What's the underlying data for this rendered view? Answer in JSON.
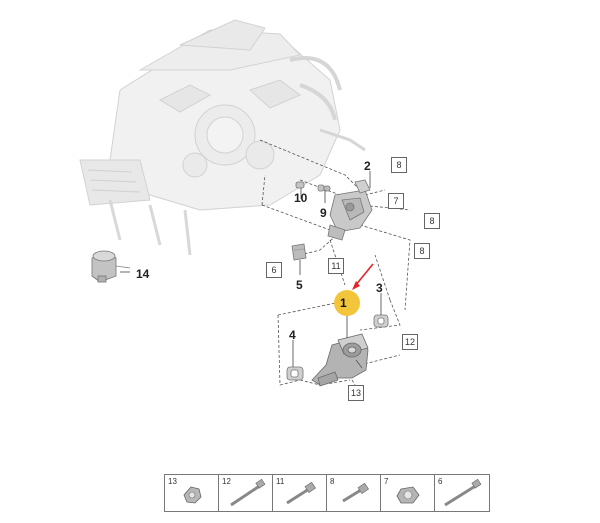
{
  "callouts": {
    "c1": "1",
    "c2": "2",
    "c3": "3",
    "c4": "4",
    "c5": "5",
    "c9": "9",
    "c10": "10",
    "c14": "14"
  },
  "boxes": {
    "b6": "6",
    "b7": "7",
    "b8a": "8",
    "b8b": "8",
    "b8c": "8",
    "b11": "11",
    "b12": "12",
    "b13": "13"
  },
  "legend": {
    "items": [
      "13",
      "12",
      "11",
      "8",
      "7",
      "6"
    ]
  },
  "colors": {
    "highlight": "#f2c230",
    "arrow": "#e0262a",
    "part_fill": "#c8c8c8",
    "engine_line": "#d6d6d6"
  }
}
